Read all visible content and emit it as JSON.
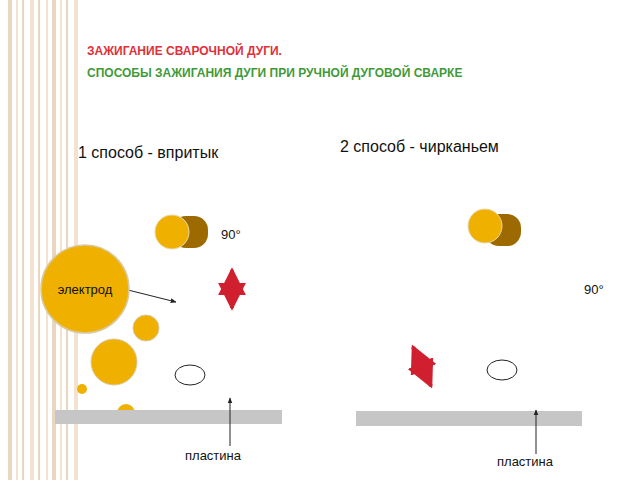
{
  "diagram": {
    "title": "ЗАЖИГАНИЕ СВАРОЧНОЙ ДУГИ.",
    "nodes": [
      {
        "text": [
          "электрод"
        ]
      }
    ],
    "labels": [
      "СПОСОБЫ ЗАЖИГАНИЯ ДУГИ ПРИ РУЧНОЙ ДУГОВОЙ СВАРКЕ",
      "1 способ - впритык",
      "2 способ - чирканьем",
      "90°",
      "90°",
      "пластина",
      "пластина"
    ]
  }
}
